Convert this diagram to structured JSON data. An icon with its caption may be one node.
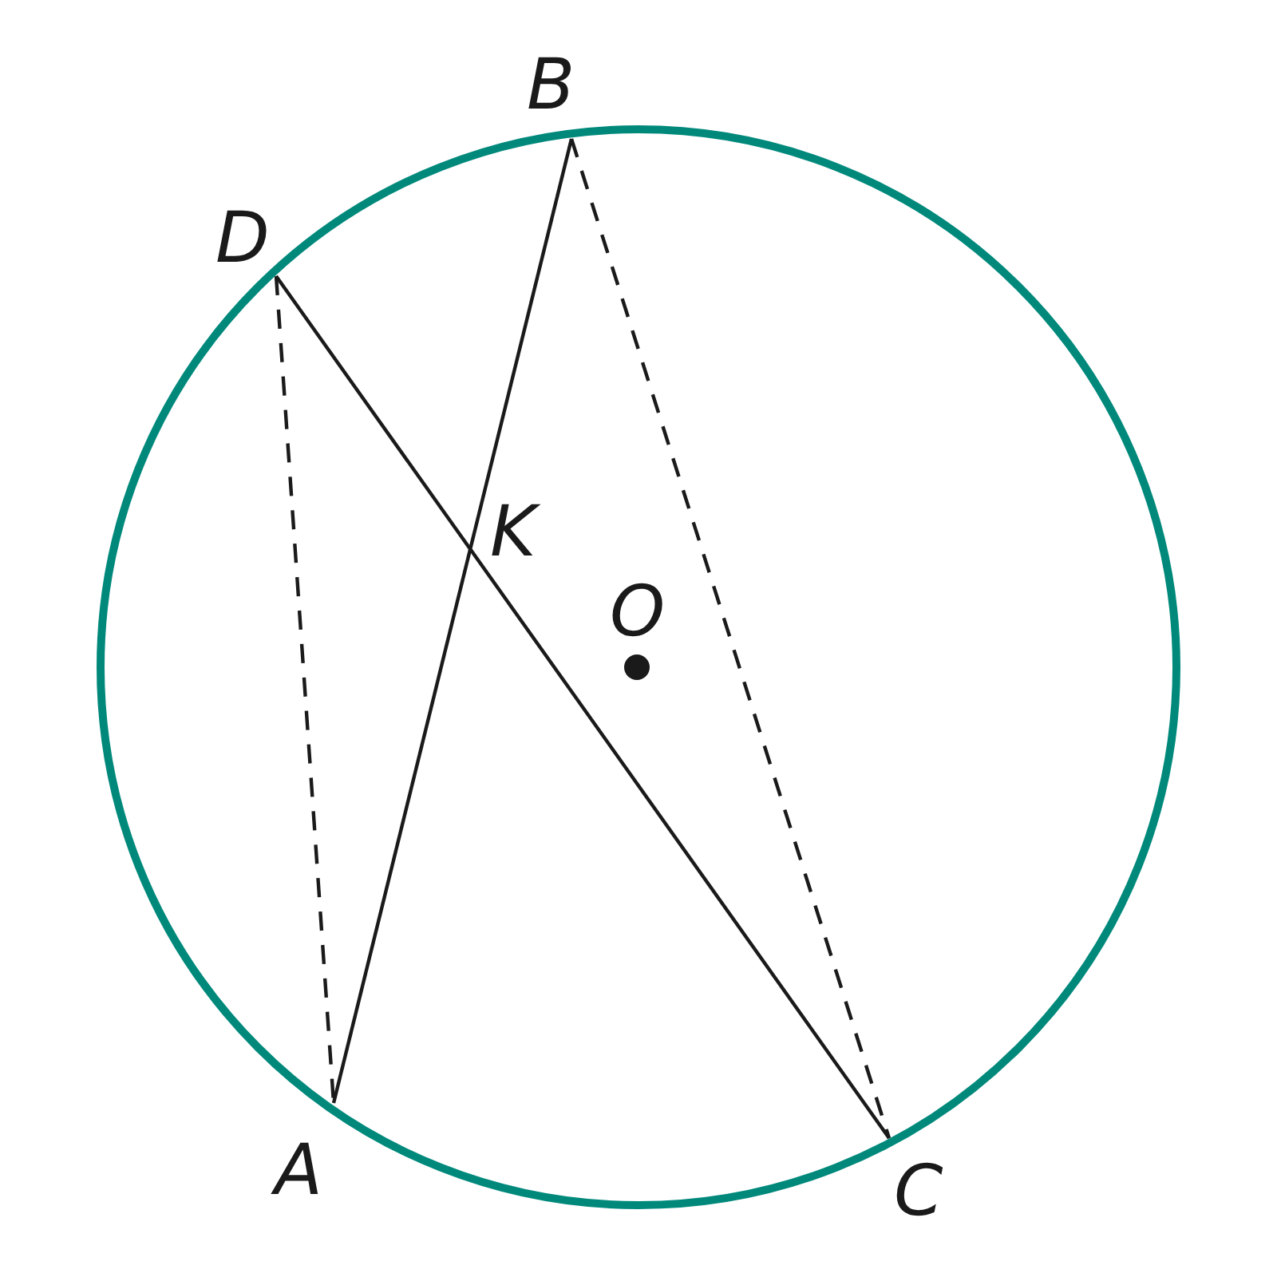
{
  "diagram": {
    "nodes": [
      {
        "text": [
          "B"
        ]
      },
      {
        "text": [
          "D"
        ]
      },
      {
        "text": [
          "A"
        ]
      },
      {
        "text": [
          "C"
        ]
      }
    ],
    "edges": [
      {
        "from": 2,
        "to": 0,
        "arrow": "none"
      },
      {
        "from": 1,
        "to": 3,
        "arrow": "none"
      },
      {
        "from": 1,
        "to": 2,
        "arrow": "none",
        "style": "dashed"
      },
      {
        "from": 0,
        "to": 3,
        "arrow": "none",
        "style": "dashed"
      }
    ],
    "labels": [
      "K",
      "O"
    ]
  }
}
